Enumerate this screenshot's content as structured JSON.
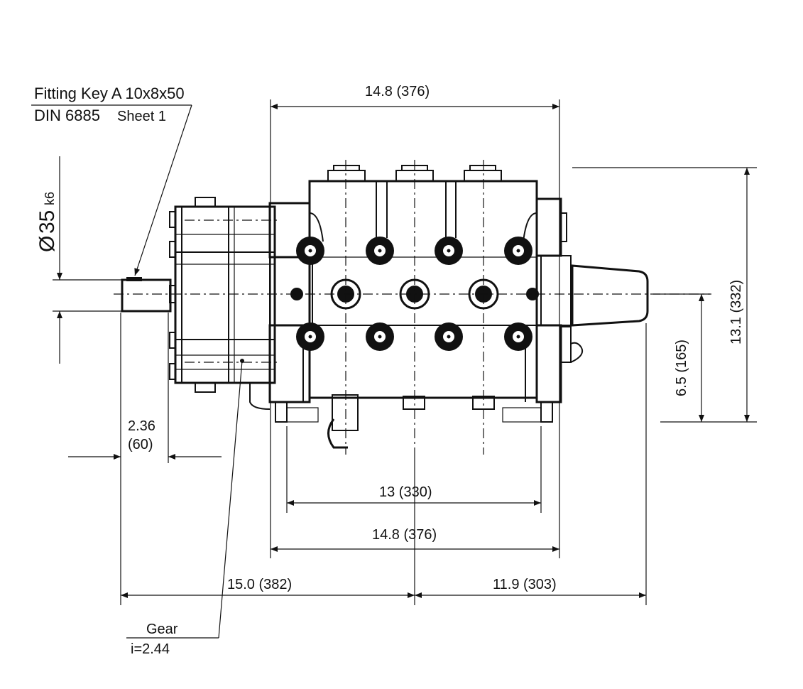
{
  "callouts": {
    "fitting_key": "Fitting Key  A 10x8x50",
    "din": "DIN 6885",
    "sheet": "Sheet 1",
    "gear": "Gear",
    "ratio": "i=2.44"
  },
  "shaft": {
    "diameter_symbol": "Ø",
    "diameter": "35",
    "tolerance": "k6"
  },
  "dimensions": {
    "top_width": "14.8 (376)",
    "height_total": "13.1 (332)",
    "height_center": "6.5 (165)",
    "shaft_len_in": "2.36",
    "shaft_len_mm": "(60)",
    "foot_spacing": "13 (330)",
    "bottom_width": "14.8 (376)",
    "left_length": "15.0 (382)",
    "right_length": "11.9 (303)"
  }
}
